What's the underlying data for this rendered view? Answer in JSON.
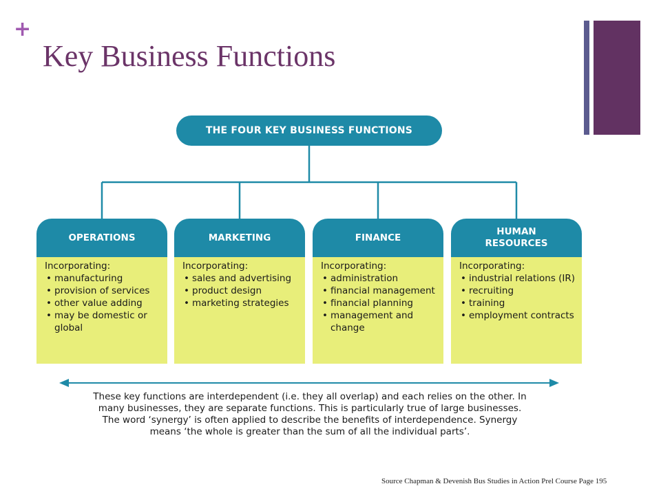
{
  "slide": {
    "plus_symbol": "+",
    "title": "Key Business Functions"
  },
  "diagram": {
    "top_label": "THE FOUR KEY BUSINESS FUNCTIONS",
    "columns": [
      {
        "heading_lines": [
          "OPERATIONS"
        ],
        "intro": "Incorporating:",
        "items": [
          "manufacturing",
          "provision of services",
          "other value adding",
          "may be domestic or global"
        ]
      },
      {
        "heading_lines": [
          "MARKETING"
        ],
        "intro": "Incorporating:",
        "items": [
          "sales and advertising",
          "product design",
          "marketing strategies"
        ]
      },
      {
        "heading_lines": [
          "FINANCE"
        ],
        "intro": "Incorporating:",
        "items": [
          "administration",
          "financial management",
          "financial planning",
          "management and change"
        ]
      },
      {
        "heading_lines": [
          "HUMAN",
          "RESOURCES"
        ],
        "intro": "Incorporating:",
        "items": [
          "industrial relations (IR)",
          "recruiting",
          "training",
          "employment contracts"
        ]
      }
    ],
    "footnote": "These key functions are interdependent (i.e. they all overlap) and each relies on the other. In many businesses, they are separate functions. This is particularly true of large businesses. The word ‘synergy’ is often applied to describe the benefits of interdependence. Synergy means ‘the whole is greater than the sum of all the individual parts’."
  },
  "source": "Source Chapman & Devenish Bus Studies in Action Prel Course Page 195",
  "colors": {
    "title": "#6b3468",
    "teal": "#1e8aa7",
    "yellow": "#e8ee7a",
    "bar_thin": "#5b5b8f",
    "bar_thick": "#623262"
  }
}
